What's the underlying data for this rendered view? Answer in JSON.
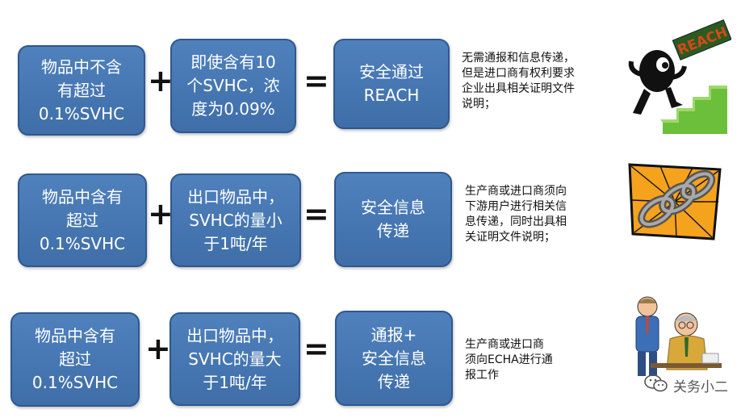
{
  "rows": [
    {
      "condition": [
        "物品中不含",
        "有超过",
        "0.1%SVHC"
      ],
      "operand": [
        "即使含有10",
        "个SVHC，浓",
        "度为0.09%"
      ],
      "result": [
        "安全通过",
        "REACH"
      ],
      "note": [
        "无需通报和信息传递，",
        "但是进口商有权利要求",
        "企业出具相关证明文件",
        "说明；"
      ]
    },
    {
      "condition": [
        "物品中含有",
        "超过",
        "0.1%SVHC"
      ],
      "operand": [
        "出口物品中，",
        "SVHC的量小",
        "于1吨/年"
      ],
      "result": [
        "安全信息",
        "传递"
      ],
      "note": [
        "生产商或进口商须向",
        "下游用户进行相关信",
        "息传递，同时出具相",
        "关证明文件说明；"
      ]
    },
    {
      "condition": [
        "物品中含有",
        "超过",
        "0.1%SVHC"
      ],
      "operand": [
        "出口物品中，",
        "SVHC的量大",
        "于1吨/年"
      ],
      "result": [
        "通报+",
        "安全信息",
        "传递"
      ],
      "note": [
        "生产商或进口商",
        "须向ECHA进行通",
        "报工作"
      ]
    }
  ],
  "operators": {
    "plus": "+",
    "equals": "="
  },
  "images": {
    "reach_sign": "REACH"
  },
  "watermark": {
    "text": "关务小二",
    "icon": "wechat-icon"
  },
  "colors": {
    "box_fill": "#4f81bd",
    "box_border": "#2f5890",
    "stair_green": "#6bbf3a"
  }
}
